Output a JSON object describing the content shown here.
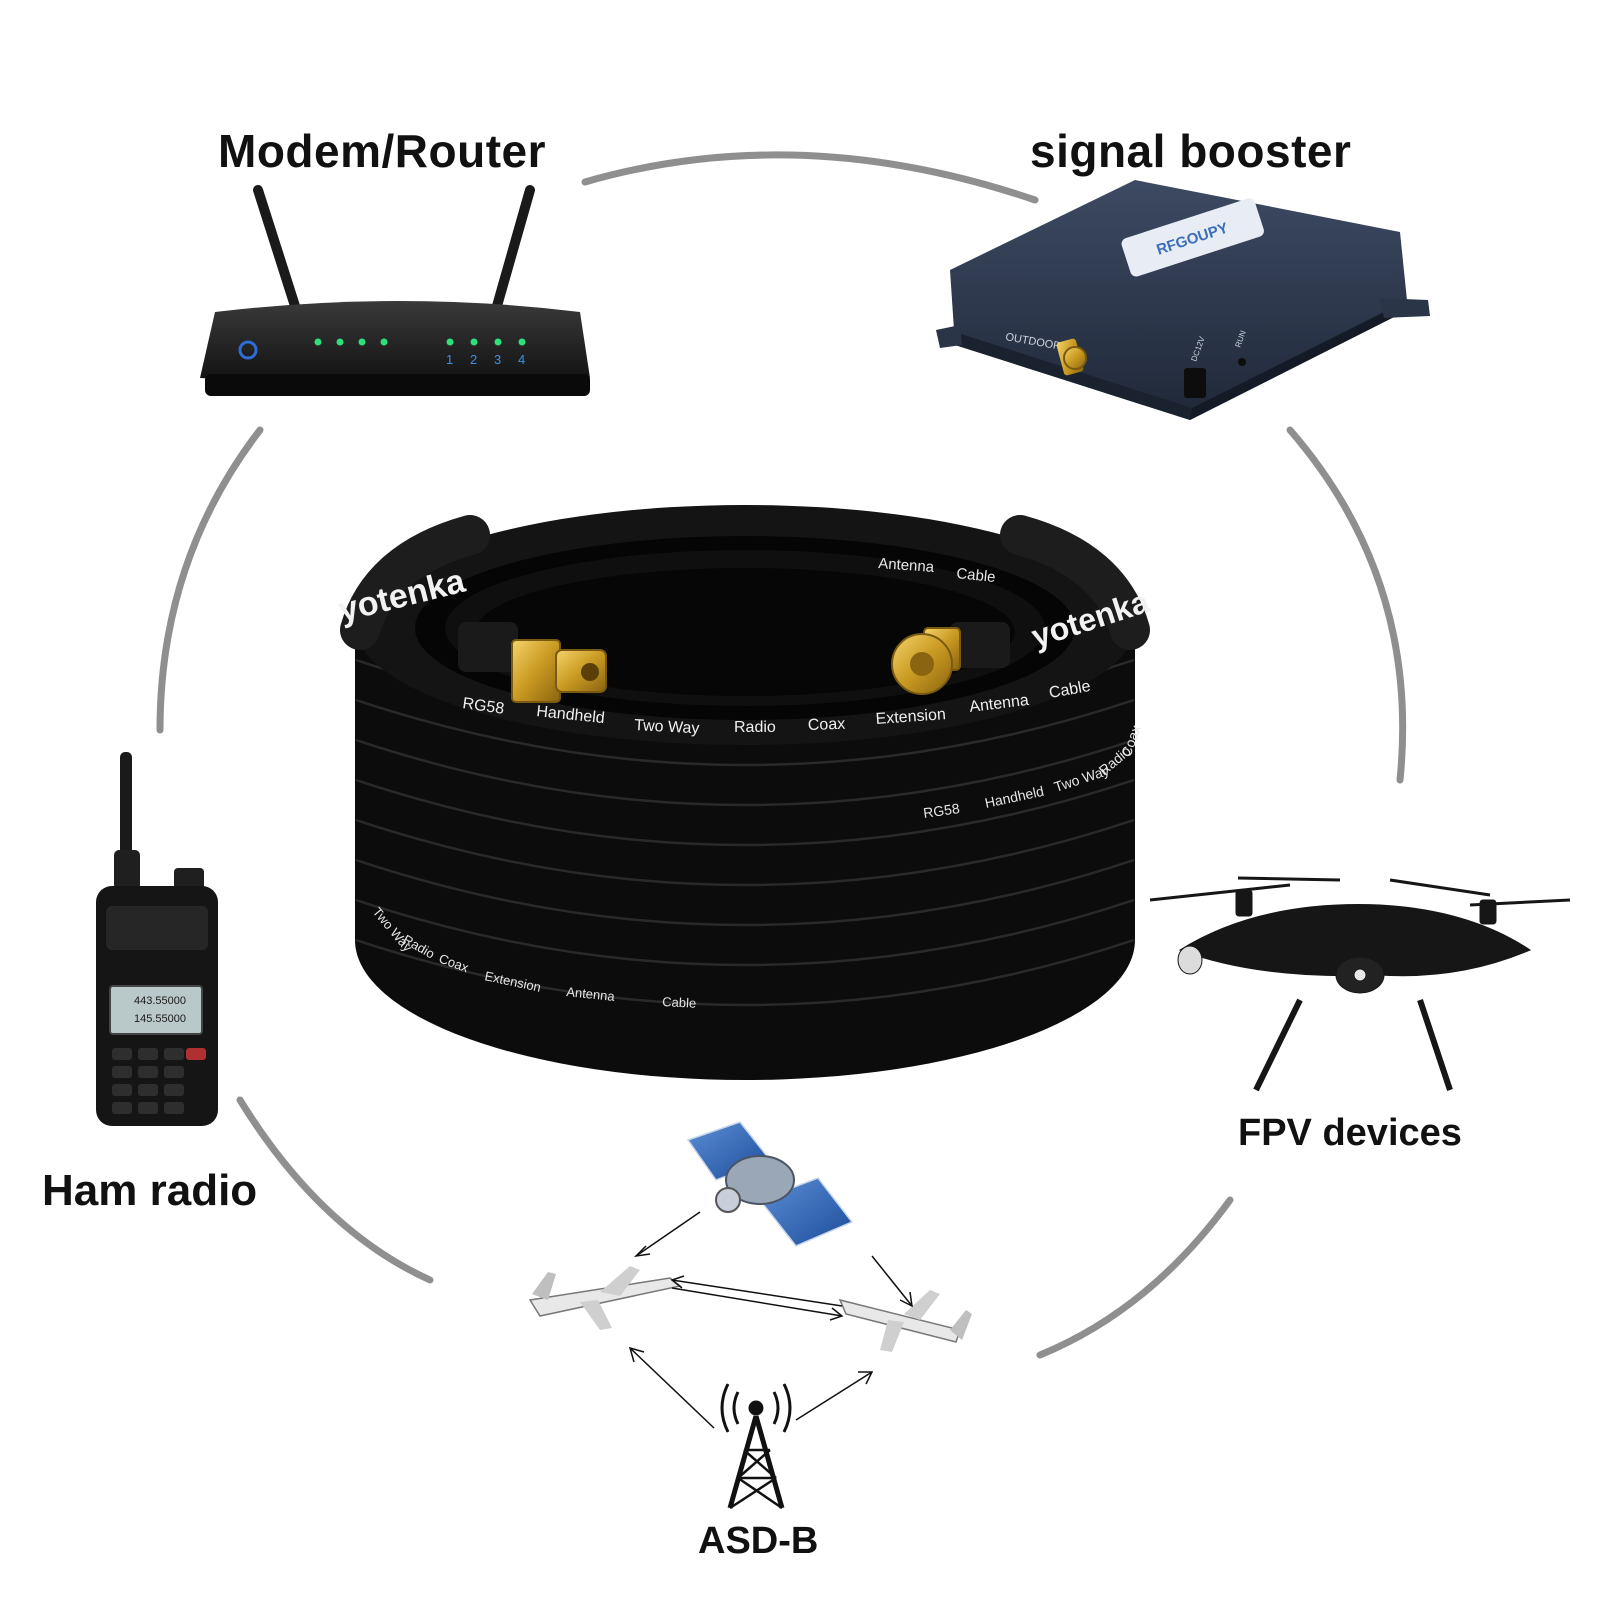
{
  "labels": {
    "router": "Modem/Router",
    "booster": "signal booster",
    "ham": "Ham radio",
    "fpv": "FPV devices",
    "adsb": "ASD-B"
  },
  "router": {
    "port_numbers": [
      "1",
      "2",
      "3",
      "4"
    ]
  },
  "booster": {
    "brand": "RFGOUPY",
    "port_outdoor": "OUTDOOR",
    "port_dc": "DC12V",
    "led_run": "RUN"
  },
  "cable": {
    "brand": "yotenka",
    "print_top": [
      "Antenna",
      "Cable"
    ],
    "print_front": [
      "RG58",
      "Handheld",
      "Two Way",
      "Radio",
      "Coax",
      "Extension",
      "Antenna",
      "Cable"
    ],
    "print_middle": [
      "RG58",
      "Handheld",
      "Two Way",
      "Radio",
      "Coax"
    ],
    "print_lower": [
      "Two Way",
      "Radio",
      "Coax",
      "Extension",
      "Antenna",
      "Cable"
    ]
  },
  "radio": {
    "display_line1": "443.55000",
    "display_line2": "145.55000"
  },
  "colors": {
    "ring": "#8a8a8a",
    "cable": "#111111",
    "connector_gold": "#d4a72c",
    "booster_body": "#2e3a4f",
    "led_green": "#2ee07a"
  }
}
